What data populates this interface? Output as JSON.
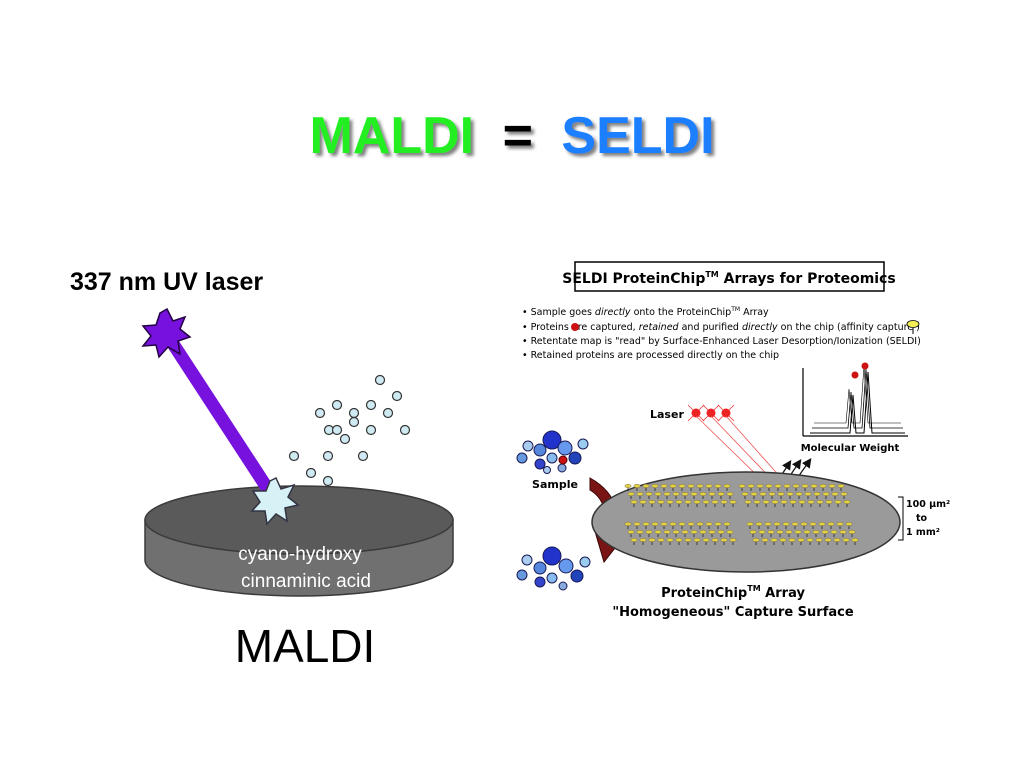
{
  "title": {
    "left": "MALDI",
    "equals": "=",
    "right": "SELDI"
  },
  "maldi": {
    "laser_label": "337 nm UV laser",
    "matrix_line1": "cyano-hydroxy",
    "matrix_line2": "cinnaminic acid",
    "caption": "MALDI"
  },
  "seldi": {
    "header_prefix": "SELDI ProteinChip",
    "header_tm": "TM",
    "header_suffix": " Arrays for Proteomics",
    "b1_a": "• Sample goes ",
    "b1_b": "directly",
    "b1_c": " onto the ProteinChip",
    "b1_tm": "TM",
    "b1_d": " Array",
    "b2_a": "• Proteins ",
    "b2_b": " are captured, ",
    "b2_c": "retained",
    "b2_d": " and purified ",
    "b2_e": "directly",
    "b2_f": " on the chip (affinity capture ",
    "b2_g": " )",
    "b3": "• Retentate map is \"read\" by Surface-Enhanced Laser Desorption/Ionization (SELDI)",
    "b4": "• Retained proteins are processed directly on the chip",
    "laser": "Laser",
    "molecular_weight": "Molecular Weight",
    "sample": "Sample",
    "scale_line1": "100 μm²",
    "scale_line2": "to",
    "scale_line3": "1 mm²",
    "array_line1_prefix": "ProteinChip",
    "array_line1_tm": "TM",
    "array_line1_suffix": " Array",
    "array_line2": "\"Homogeneous\" Capture Surface"
  },
  "colors": {
    "maldi_green": "#22ee22",
    "seldi_blue": "#1a7fff",
    "laser_purple": "#7711dd",
    "plate_gray": "#6a6a6a",
    "chip_gray": "#9a9a9a",
    "laser_red": "#ee2222",
    "particle_blue": "#cfeaf2"
  }
}
